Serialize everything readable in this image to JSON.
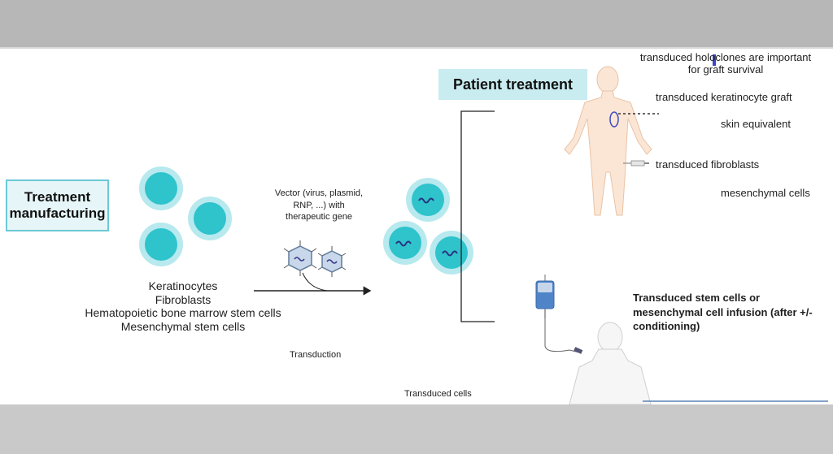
{
  "manufacturing": {
    "title": "Treatment manufacturing",
    "cell_types": [
      "Keratinocytes",
      "Fibroblasts",
      "Hematopoietic bone marrow stem cells",
      "Mesenchymal stem cells"
    ]
  },
  "vector": {
    "label": "Vector (virus, plasmid, RNP, ...) with therapeutic gene"
  },
  "process": {
    "transduction_label": "Transduction",
    "transduced_cells_label": "Transduced cells"
  },
  "patient": {
    "title": "Patient treatment",
    "labels": {
      "holoclones": "transduced holoclones are important for graft survival",
      "keratinocyte_graft": "transduced keratinocyte graft",
      "skin_equivalent": "skin equivalent",
      "fibroblasts": "transduced fibroblasts",
      "mesenchymal": "mesenchymal cells"
    },
    "infusion_label": "Transduced stem cells or mesenchymal cell infusion (after +/- conditioning)"
  },
  "colors": {
    "cell_fill": "#2fc3cc",
    "cell_halo": "#b7e9ee",
    "box_fill": "#cdeef2",
    "box_border": "#6cc9d6",
    "body_skin": "#fbe6d6",
    "body_outline": "#e9c3a4",
    "graft_marker": "#3a48c8"
  }
}
